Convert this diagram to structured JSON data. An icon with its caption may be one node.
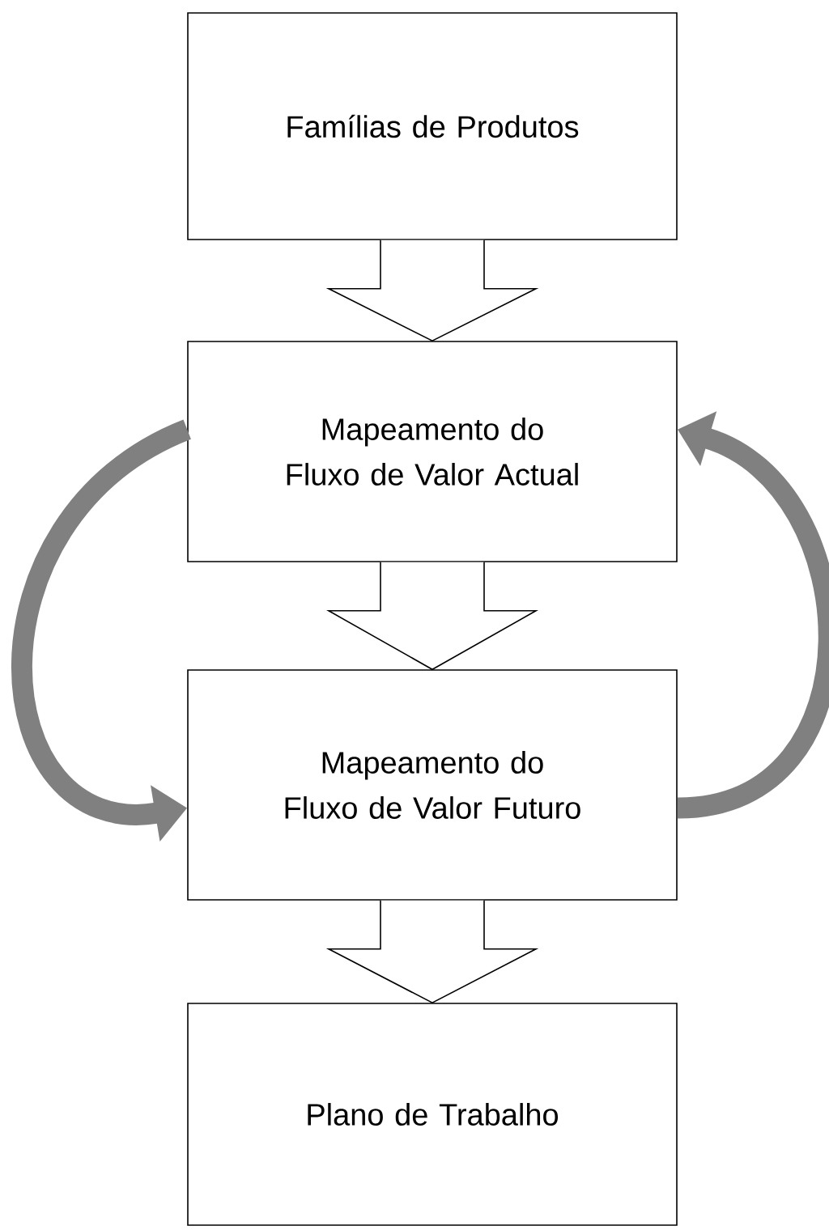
{
  "diagram": {
    "nodes": [
      {
        "text": [
          "Famílias de Produtos"
        ]
      },
      {
        "text": [
          "Mapeamento do Fluxo de Valor Actual"
        ]
      },
      {
        "text": [
          "Mapeamento do Fluxo de Valor Futuro"
        ]
      },
      {
        "text": [
          "Plano de Trabalho"
        ]
      }
    ],
    "edges": [
      {
        "from": 0,
        "to": 1,
        "arrow": "to"
      },
      {
        "from": 1,
        "to": 2,
        "arrow": "to"
      },
      {
        "from": 2,
        "to": 3,
        "arrow": "to"
      },
      {
        "from": 1,
        "to": 2,
        "arrow": "to",
        "color": "#808080"
      },
      {
        "from": 2,
        "to": 1,
        "arrow": "to",
        "color": "#808080"
      }
    ]
  }
}
